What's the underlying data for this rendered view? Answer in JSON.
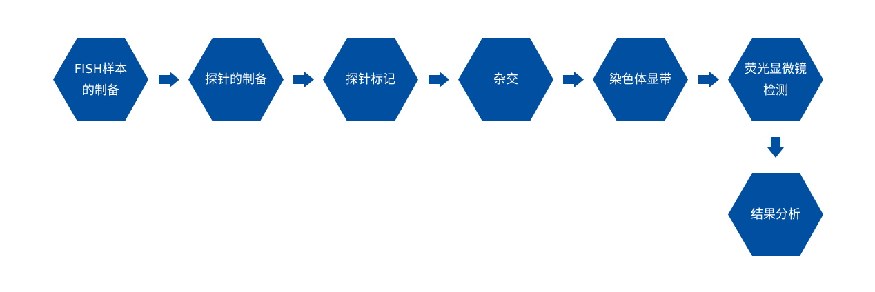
{
  "colors": {
    "node": "#004FA1",
    "arrow": "#004FA1",
    "text": "#ffffff"
  },
  "steps": [
    {
      "label": "FISH样本\n的制备"
    },
    {
      "label": "探针的制备"
    },
    {
      "label": "探针标记"
    },
    {
      "label": "杂交"
    },
    {
      "label": "染色体显带"
    },
    {
      "label": "荧光显微镜\n检测"
    },
    {
      "label": "结果分析"
    }
  ]
}
